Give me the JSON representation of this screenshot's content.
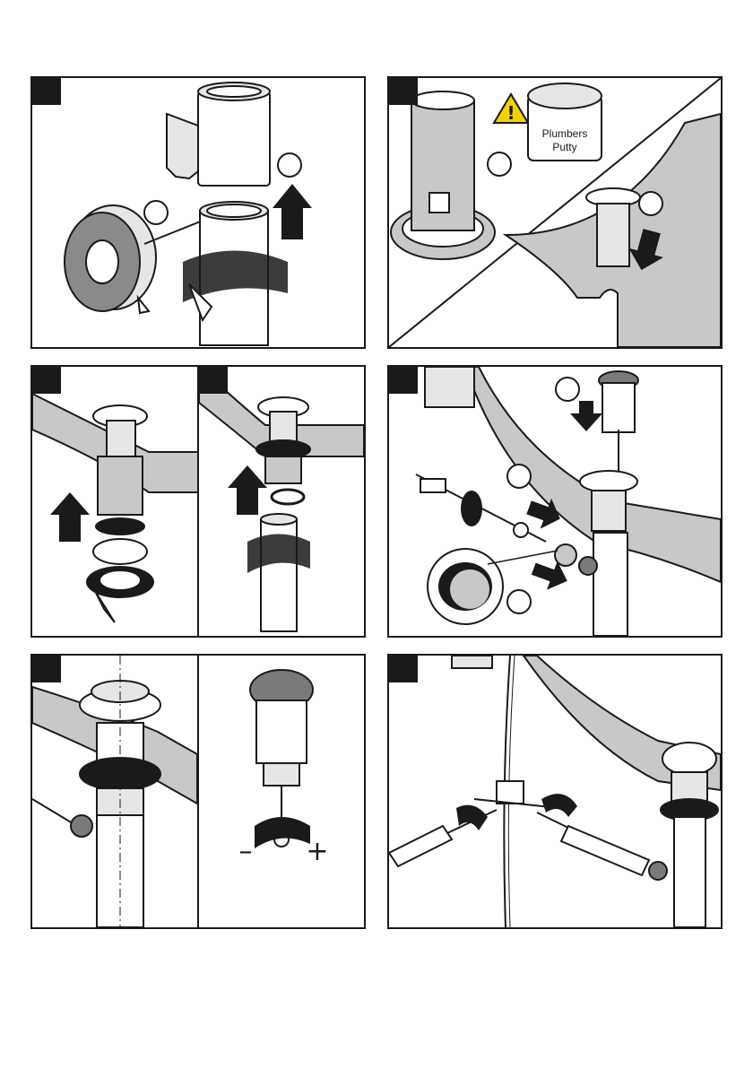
{
  "putty_label_line1": "Plumbers",
  "putty_label_line2": "Putty",
  "minus_sign": "–",
  "plus_sign": "+",
  "warning_icon": "warning-triangle-exclamation",
  "colors": {
    "ink": "#1a1a1a",
    "gray": "#c8c8c8",
    "light": "#e6e6e6",
    "dark_gray": "#7a7a7a"
  }
}
